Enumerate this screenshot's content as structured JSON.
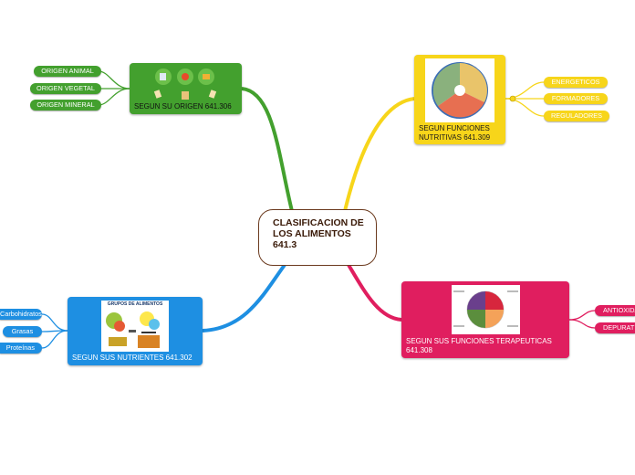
{
  "central": {
    "title": "CLASIFICACION DE LOS ALIMENTOS 641.3"
  },
  "branches": {
    "origen": {
      "label": "SEGUN SU ORIGEN 641.306",
      "color": "#43a02e",
      "items": [
        "ORIGEN ANIMAL",
        "ORIGEN VEGETAL",
        "ORIGEN MINERAL"
      ]
    },
    "funciones_nutritivas": {
      "label": "SEGUN FUNCIONES NUTRITIVAS 641.309",
      "color": "#f7d51a",
      "items": [
        "ENERGETICOS",
        "FORMADORES",
        "REGULADORES"
      ]
    },
    "funciones_terapeuticas": {
      "label": "SEGUN SUS FUNCIONES TERAPEUTICAS 641.308",
      "color": "#e01e5f",
      "items": [
        "ANTIOXIDANTES",
        "DEPURATIVOS"
      ]
    },
    "nutrientes": {
      "label": "SEGUN SUS NUTRIENTES 641.302",
      "color": "#1e8fe2",
      "image_title": "GRUPOS DE ALIMENTOS",
      "items": [
        "Carbohidratos",
        "Grasas",
        "Proteínas"
      ]
    }
  },
  "link_color": "#7a3a12"
}
